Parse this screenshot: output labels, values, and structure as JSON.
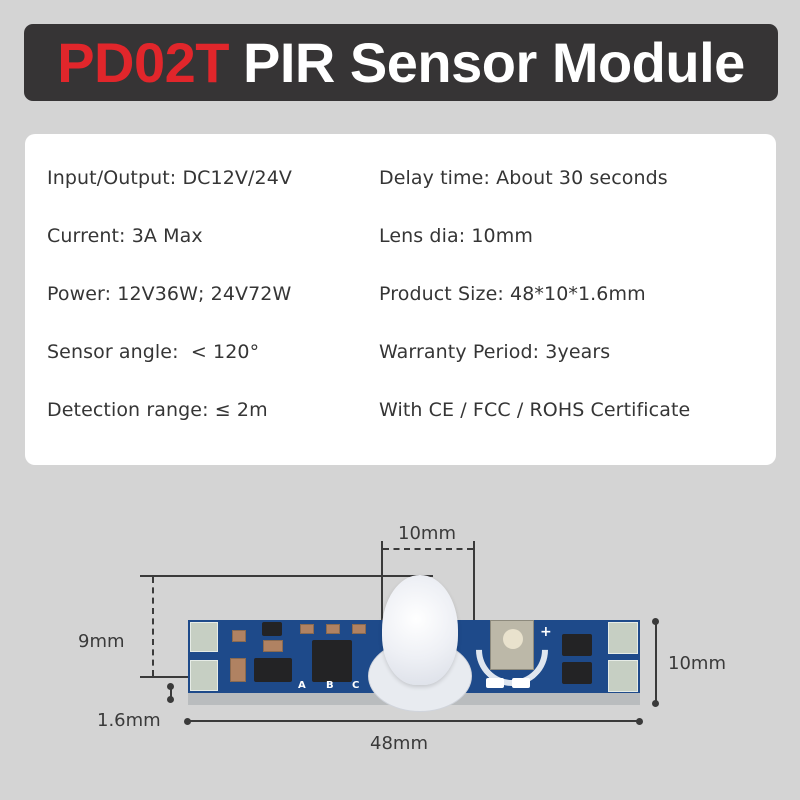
{
  "title": {
    "model": "PD02T",
    "name": "PIR Sensor Module"
  },
  "specs": {
    "left": [
      "Input/Output: DC12V/24V",
      "Current: 3A Max",
      "Power: 12V36W; 24V72W",
      "Sensor angle:  < 120°",
      "Detection range: ≤ 2m"
    ],
    "right": [
      "Delay time: About 30 seconds",
      "Lens dia: 10mm",
      "Product Size: 48*10*1.6mm",
      "Warranty Period: 3years",
      "With CE / FCC / ROHS Certificate"
    ]
  },
  "diagram": {
    "lens_width": "10mm",
    "height_with_lens": "9mm",
    "board_width": "10mm",
    "thickness": "1.6mm",
    "length": "48mm",
    "silkscreen": [
      "A",
      "B",
      "C",
      "+"
    ]
  },
  "colors": {
    "background": "#d4d4d4",
    "title_bar": "#363435",
    "model_red": "#e1262b",
    "pcb_blue": "#1e4a8a"
  }
}
